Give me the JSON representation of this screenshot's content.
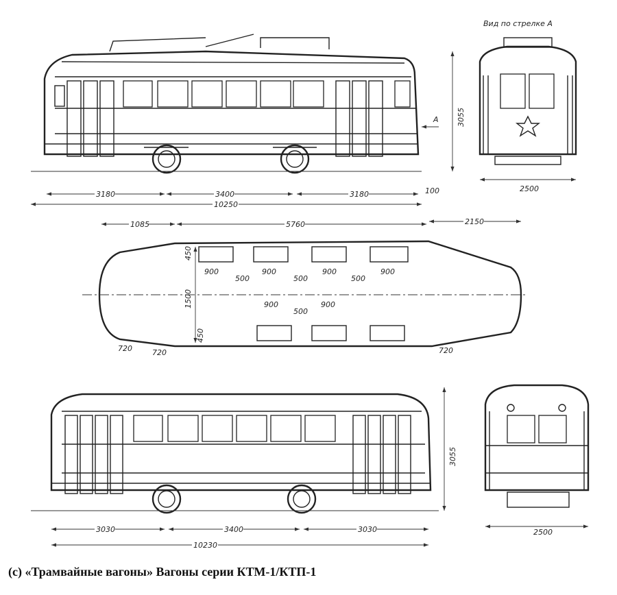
{
  "caption": "(c) «Трамвайные вагоны» Вагоны серии КТМ-1/КТП-1",
  "motor_car_side": {
    "dims": {
      "end_left": "3180",
      "bogie_base": "3400",
      "end_right": "3180",
      "overhang": "100",
      "total_length": "10250",
      "height": "3055"
    },
    "view_arrow": "A"
  },
  "motor_car_front": {
    "title": "Вид по стрелке A",
    "width": "2500"
  },
  "plan_view": {
    "dims": {
      "front": "1085",
      "middle": "5760",
      "rear": "2150",
      "aisle_top": "450",
      "aisle_width": "1500",
      "aisle_bottom": "450",
      "seat_pitch": "900",
      "seat_gap": "500",
      "door_width": "720"
    }
  },
  "trailer_car_side": {
    "dims": {
      "end_left": "3030",
      "bogie_base": "3400",
      "end_right": "3030",
      "total_length": "10230",
      "height": "3055"
    }
  },
  "trailer_car_rear": {
    "width": "2500"
  }
}
